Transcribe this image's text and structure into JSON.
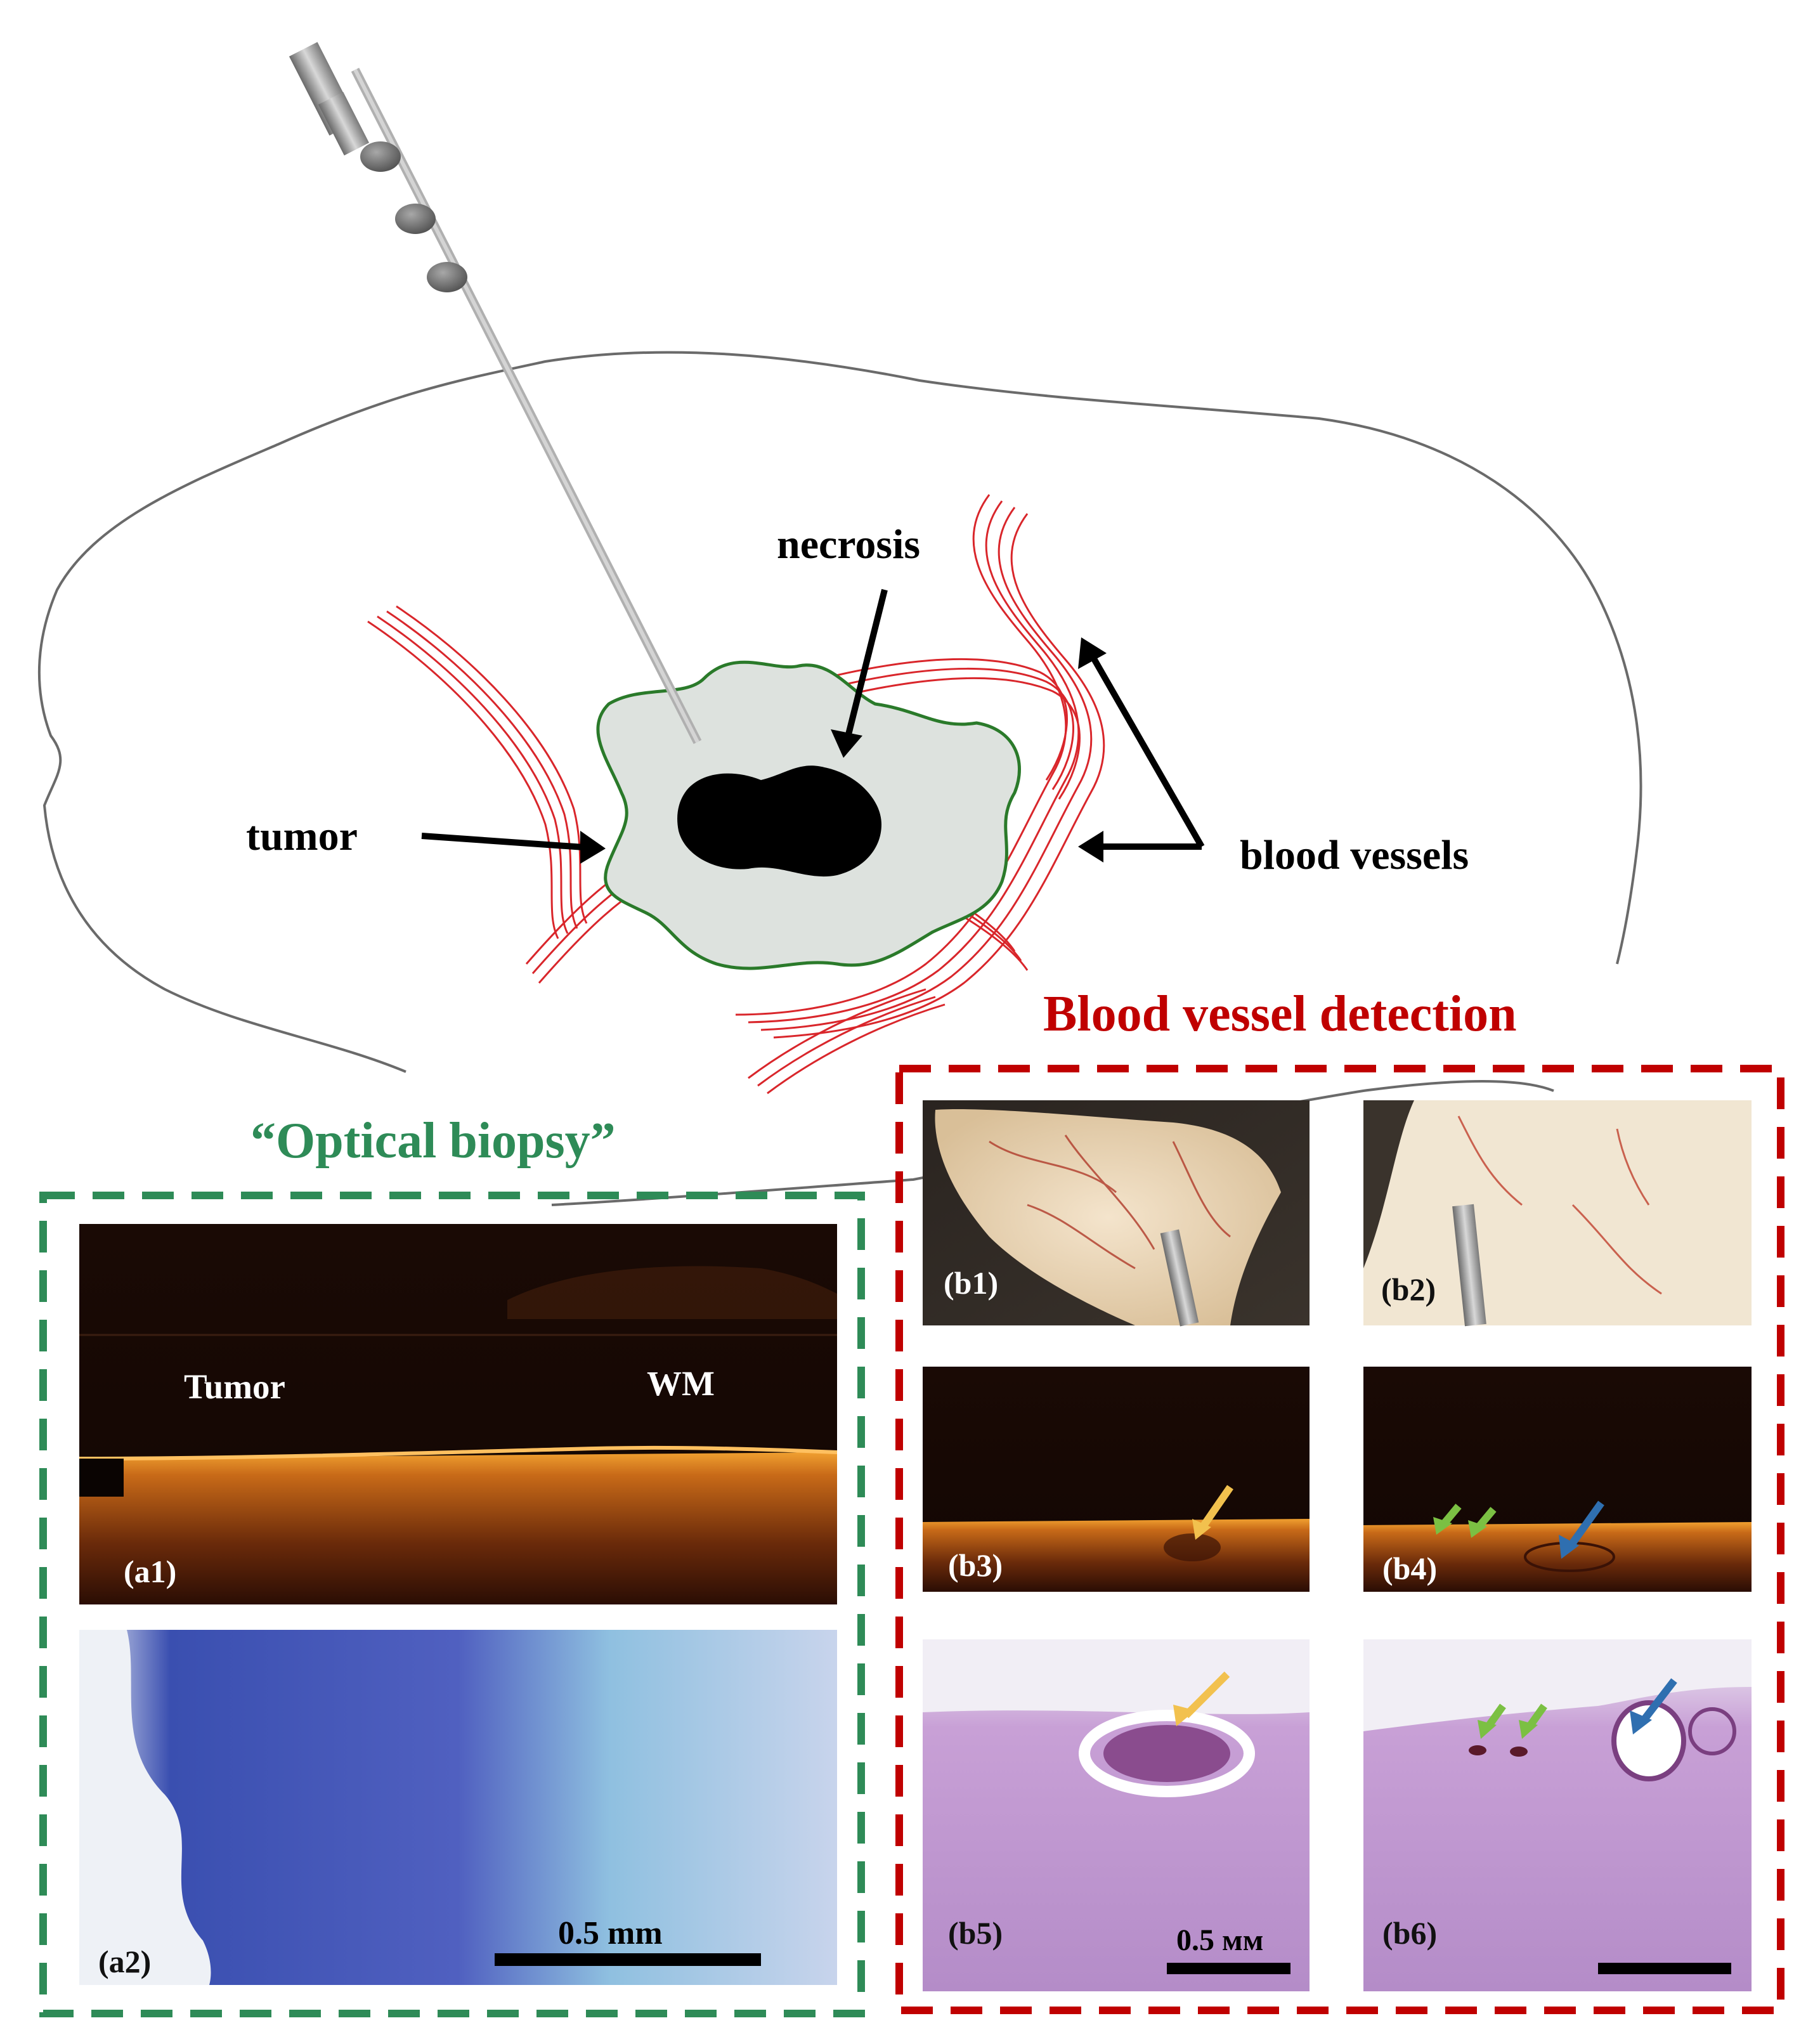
{
  "labels": {
    "necrosis": "necrosis",
    "tumor": "tumor",
    "blood_vessels": "blood vessels",
    "section_blood": "Blood vessel detection",
    "section_optical": "“Optical biopsy”"
  },
  "panels": {
    "a1": "(a1)",
    "a2": "(a2)",
    "b1": "(b1)",
    "b2": "(b2)",
    "b3": "(b3)",
    "b4": "(b4)",
    "b5": "(b5)",
    "b6": "(b6)"
  },
  "panel_text": {
    "a1_tumor": "Tumor",
    "a1_wm": "WM",
    "a2_scale": "0.5 mm",
    "b5_scale": "0.5 мм"
  },
  "colors": {
    "green": "#2e8b57",
    "red": "#c00000",
    "vessel": "#d9262b",
    "tumor_fill": "#dde2de",
    "tumor_edge": "#2a7a2a",
    "arrow_yellow": "#f2c14e",
    "arrow_green": "#7bc043",
    "arrow_blue": "#2f6fb0"
  }
}
